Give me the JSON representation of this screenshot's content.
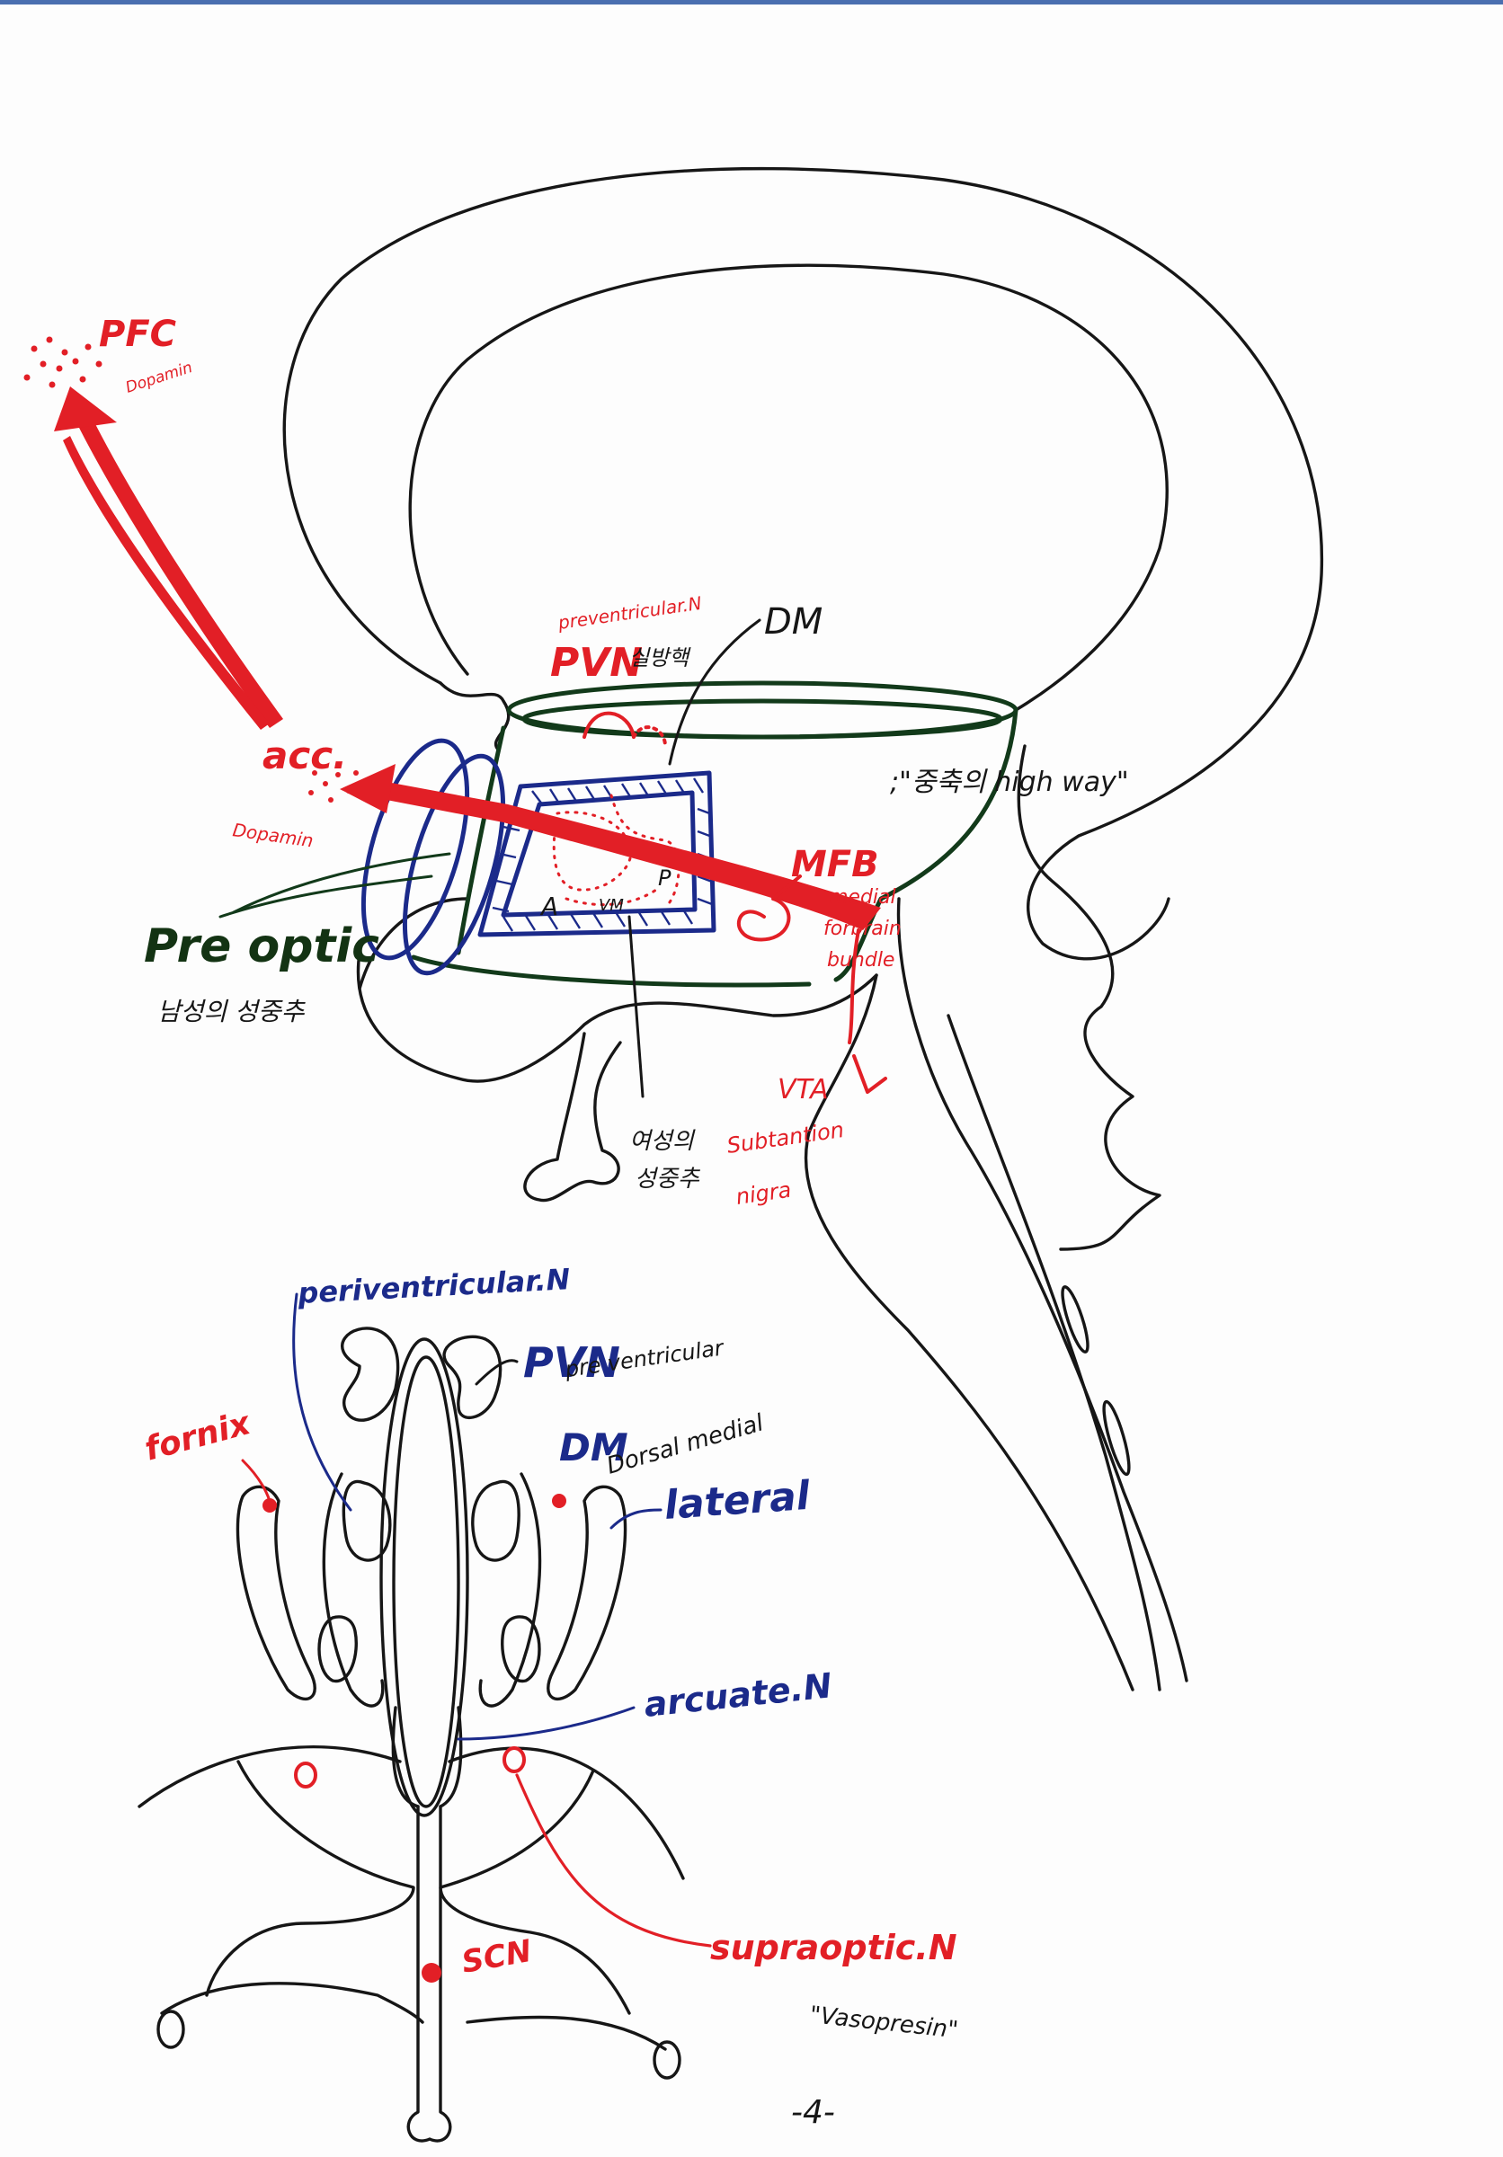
{
  "sagittal": {
    "pfc": "PFC",
    "pfc_note": "Dopamin",
    "acc": "acc.",
    "acc_note": "Dopamin",
    "pvn_full": "preventricular.N",
    "pvn": "PVN",
    "pvn_korean": "실방핵",
    "dm": "DM",
    "mfb": "MFB",
    "mfb_note": ";\"중축의 high way\"",
    "mfb_full_1": "medial",
    "mfb_full_2": "forbrain",
    "mfb_full_3": "bundle",
    "pre_optic": "Pre optic",
    "male_center": "남성의 성중추",
    "nucleus_a": "A",
    "nucleus_vm": "VM",
    "nucleus_p": "P",
    "female_center_1": "여성의",
    "female_center_2": "성중추",
    "vta": "VTA",
    "substantia_1": "Subtantion",
    "substantia_2": "nigra"
  },
  "coronal": {
    "periventricular": "periventricular.N",
    "pvn": "PVN",
    "pvn_full": "pre ventricular",
    "dm": "DM",
    "dm_full": "Dorsal medial",
    "fornix": "fornix",
    "lateral": "lateral",
    "arcuate": "arcuate.N",
    "supraoptic": "supraoptic.N",
    "vasopressin": "\"Vasopresin\"",
    "scn": "SCN"
  },
  "page_number": "-4-",
  "colors": {
    "red": "#e21f26",
    "navy": "#1b2a8a",
    "green": "#123a1a",
    "ink": "#161616"
  }
}
